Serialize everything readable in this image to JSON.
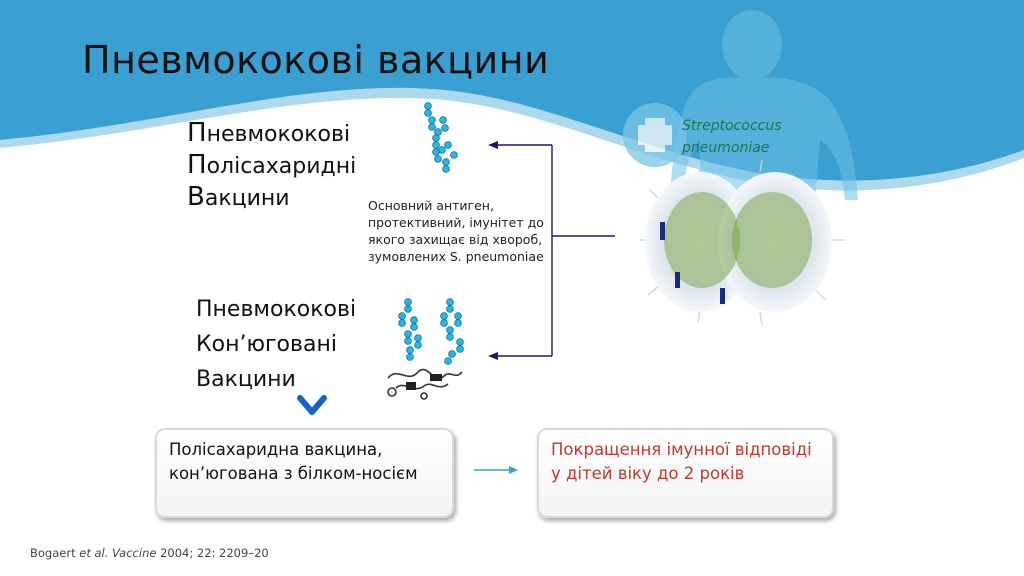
{
  "title": "Пневмококові вакцини",
  "ppv": {
    "line1": {
      "initial": "П",
      "rest": "невмококові"
    },
    "line2": {
      "initial": "П",
      "rest": "олісахаридні"
    },
    "line3": {
      "initial": "В",
      "rest": "акцини"
    }
  },
  "pcv": {
    "line1": {
      "initial": "П",
      "rest": "невмококові"
    },
    "line2": {
      "initial": "К",
      "rest": "он’юговані"
    },
    "line3": {
      "initial": "В",
      "rest": "акцини"
    }
  },
  "antigen_text": "Основний антиген, протективний, імунітет до якого захищає від хвороб, зумовлених S. pneumoniae",
  "bacterium_label": {
    "line1": "Streptococcus",
    "line2": "pneumoniae"
  },
  "box_conjugate": "Полісахаридна вакцина, кон’югована з білком-носієм",
  "box_result": "Покращення імунної відповіді у дітей віку  до 2 років",
  "citation": {
    "authors": "Bogaert ",
    "etal": "et al.",
    "journal": "Vaccine",
    "details": " 2004; 22: 2209–20"
  },
  "colors": {
    "header_blue": "#3a9fd1",
    "arrow_navy": "#1a1a6e",
    "chevron_blue": "#1565c0",
    "bead_cyan": "#29b6e6",
    "result_red": "#c0392b"
  }
}
